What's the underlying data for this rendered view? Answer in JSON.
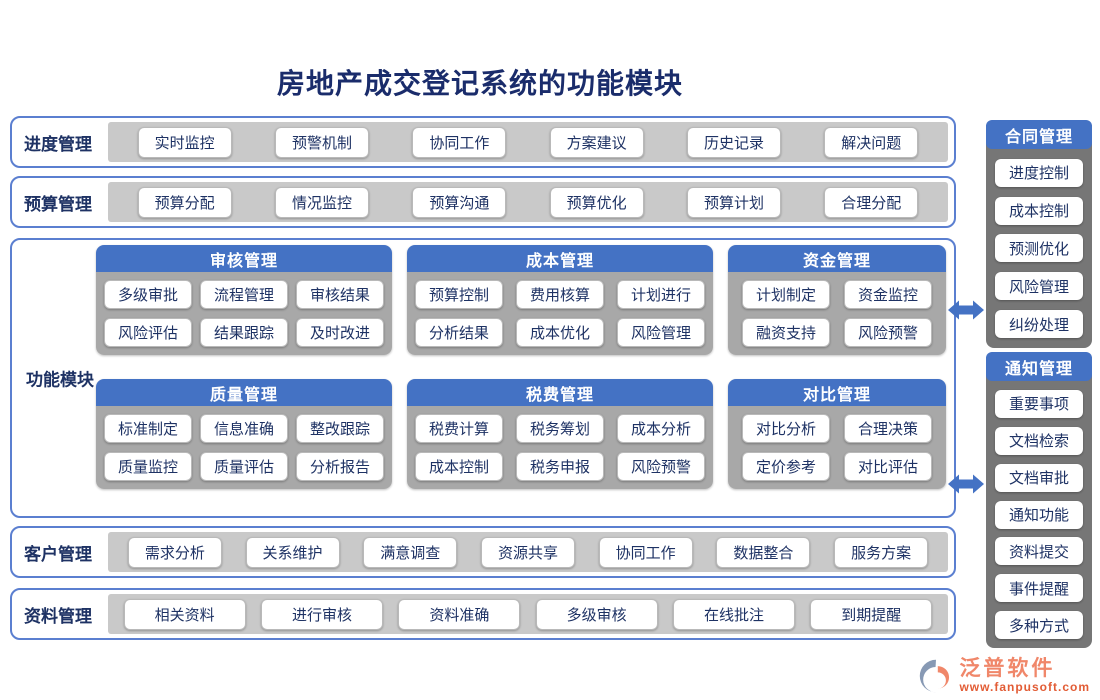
{
  "title": "房地产成交登记系统的功能模块",
  "rows": [
    {
      "label": "进度管理",
      "items": [
        "实时监控",
        "预警机制",
        "协同工作",
        "方案建议",
        "历史记录",
        "解决问题"
      ]
    },
    {
      "label": "预算管理",
      "items": [
        "预算分配",
        "情况监控",
        "预算沟通",
        "预算优化",
        "预算计划",
        "合理分配"
      ]
    },
    {
      "label": "客户管理",
      "items": [
        "需求分析",
        "关系维护",
        "满意调查",
        "资源共享",
        "协同工作",
        "数据整合",
        "服务方案"
      ]
    },
    {
      "label": "资料管理",
      "items": [
        "相关资料",
        "进行审核",
        "资料准确",
        "多级审核",
        "在线批注",
        "到期提醒"
      ]
    }
  ],
  "function_section": {
    "label": "功能模块",
    "panels": [
      {
        "title": "审核管理",
        "rows": [
          [
            "多级审批",
            "流程管理",
            "审核结果"
          ],
          [
            "风险评估",
            "结果跟踪",
            "及时改进"
          ]
        ]
      },
      {
        "title": "成本管理",
        "rows": [
          [
            "预算控制",
            "费用核算",
            "计划进行"
          ],
          [
            "分析结果",
            "成本优化",
            "风险管理"
          ]
        ]
      },
      {
        "title": "资金管理",
        "rows": [
          [
            "计划制定",
            "资金监控"
          ],
          [
            "融资支持",
            "风险预警"
          ]
        ]
      },
      {
        "title": "质量管理",
        "rows": [
          [
            "标准制定",
            "信息准确",
            "整改跟踪"
          ],
          [
            "质量监控",
            "质量评估",
            "分析报告"
          ]
        ]
      },
      {
        "title": "税费管理",
        "rows": [
          [
            "税费计算",
            "税务筹划",
            "成本分析"
          ],
          [
            "成本控制",
            "税务申报",
            "风险预警"
          ]
        ]
      },
      {
        "title": "对比管理",
        "rows": [
          [
            "对比分析",
            "合理决策"
          ],
          [
            "定价参考",
            "对比评估"
          ]
        ]
      }
    ]
  },
  "sidebar": [
    {
      "title": "合同管理",
      "items": [
        "进度控制",
        "成本控制",
        "预测优化",
        "风险管理",
        "纠纷处理"
      ]
    },
    {
      "title": "通知管理",
      "items": [
        "重要事项",
        "文档检索",
        "文档审批",
        "通知功能",
        "资料提交",
        "事件提醒",
        "多种方式"
      ]
    }
  ],
  "footer": {
    "brand": "泛普软件",
    "url": "www.fanpusoft.com"
  },
  "colors": {
    "accent_blue": "#4472c4",
    "border_blue": "#5b7fd0",
    "navy_text": "#1e3264",
    "row_gray": "#c9c9c9",
    "panel_gray": "#a8a8a8",
    "sidebar_gray": "#767676",
    "brand_orange": "#f0876a",
    "url_red": "#e25c35"
  }
}
